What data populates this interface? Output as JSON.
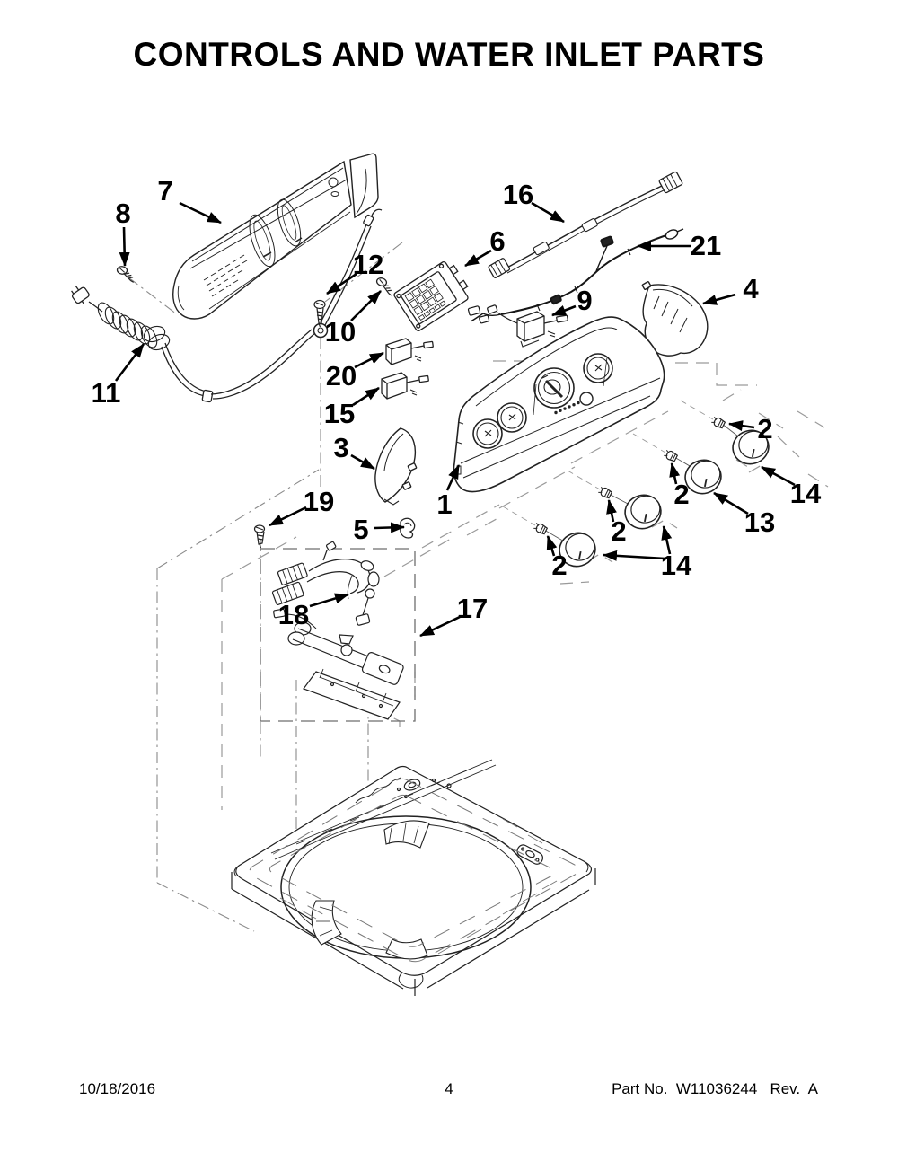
{
  "title": "CONTROLS AND WATER INLET PARTS",
  "footer": {
    "date": "10/18/2016",
    "page_number": "4",
    "part_line": "Part No.  W11036244   Rev.  A"
  },
  "colors": {
    "line": "#231f20",
    "ghost_dash": "#999999",
    "background": "#ffffff",
    "text": "#000000"
  },
  "callouts": [
    {
      "label": "7"
    },
    {
      "label": "8"
    },
    {
      "label": "11"
    },
    {
      "label": "12"
    },
    {
      "label": "10"
    },
    {
      "label": "20"
    },
    {
      "label": "15"
    },
    {
      "label": "3"
    },
    {
      "label": "1"
    },
    {
      "label": "5"
    },
    {
      "label": "19"
    },
    {
      "label": "18"
    },
    {
      "label": "17"
    },
    {
      "label": "16"
    },
    {
      "label": "6"
    },
    {
      "label": "21"
    },
    {
      "label": "9"
    },
    {
      "label": "4"
    },
    {
      "label": "2"
    },
    {
      "label": "2"
    },
    {
      "label": "2"
    },
    {
      "label": "2"
    },
    {
      "label": "13"
    },
    {
      "label": "14"
    },
    {
      "label": "14"
    }
  ]
}
